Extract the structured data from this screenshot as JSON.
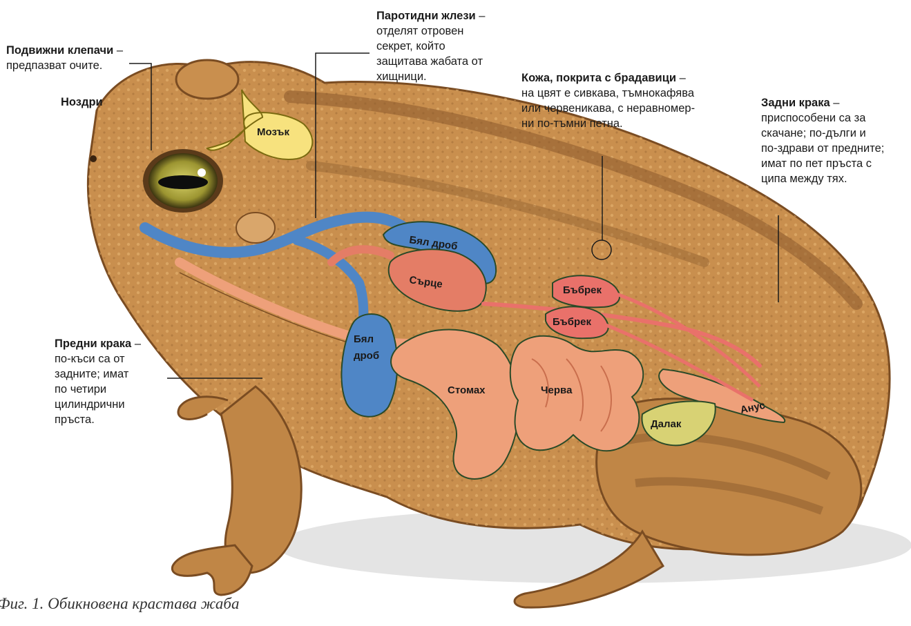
{
  "caption": "Фиг. 1. Обикновена крастава жаба",
  "notes": {
    "eyelids": {
      "title": "Подвижни клепачи",
      "dash": " –",
      "lines": [
        "предпазват очите."
      ]
    },
    "nostrils": {
      "title": "Ноздри"
    },
    "parotid": {
      "title": "Паротидни жлези",
      "dash": " –",
      "lines": [
        "отделят отровен",
        "секрет, който",
        "защитава жабата от",
        "хищници."
      ]
    },
    "skin": {
      "title": "Кожа, покрита с брадавици",
      "dash": " –",
      "lines": [
        "на цвят е сивкава, тъмнокафява",
        "или червеникава, с неравномер-",
        "ни по-тъмни петна."
      ]
    },
    "hindlegs": {
      "title": "Задни крака",
      "dash": " –",
      "lines": [
        "приспособени са за",
        "скачане; по-дълги и",
        "по-здрави от предните;",
        "имат по пет пръста с",
        "ципа между тях."
      ]
    },
    "forelegs": {
      "title": "Предни крака",
      "dash": " –",
      "lines": [
        "по-къси са от",
        "задните; имат",
        "по четири",
        "цилиндрични",
        "пръста."
      ]
    }
  },
  "organs": {
    "brain": "Мозък",
    "lung_top": "Бял дроб",
    "heart": "Сърце",
    "lung_left_1": "Бял",
    "lung_left_2": "дроб",
    "stomach": "Стомах",
    "intestines": "Черва",
    "kidney_1": "Бъбрек",
    "kidney_2": "Бъбрек",
    "spleen": "Далак",
    "anus": "Анус"
  },
  "colors": {
    "toad_body": "#c98f4e",
    "toad_stripe": "#8a5a2c",
    "lung": "#4f86c6",
    "heart": "#e47d66",
    "digestive": "#eea07a",
    "kidney": "#e9716a",
    "spleen": "#d8d274",
    "brain": "#f7e27e"
  }
}
